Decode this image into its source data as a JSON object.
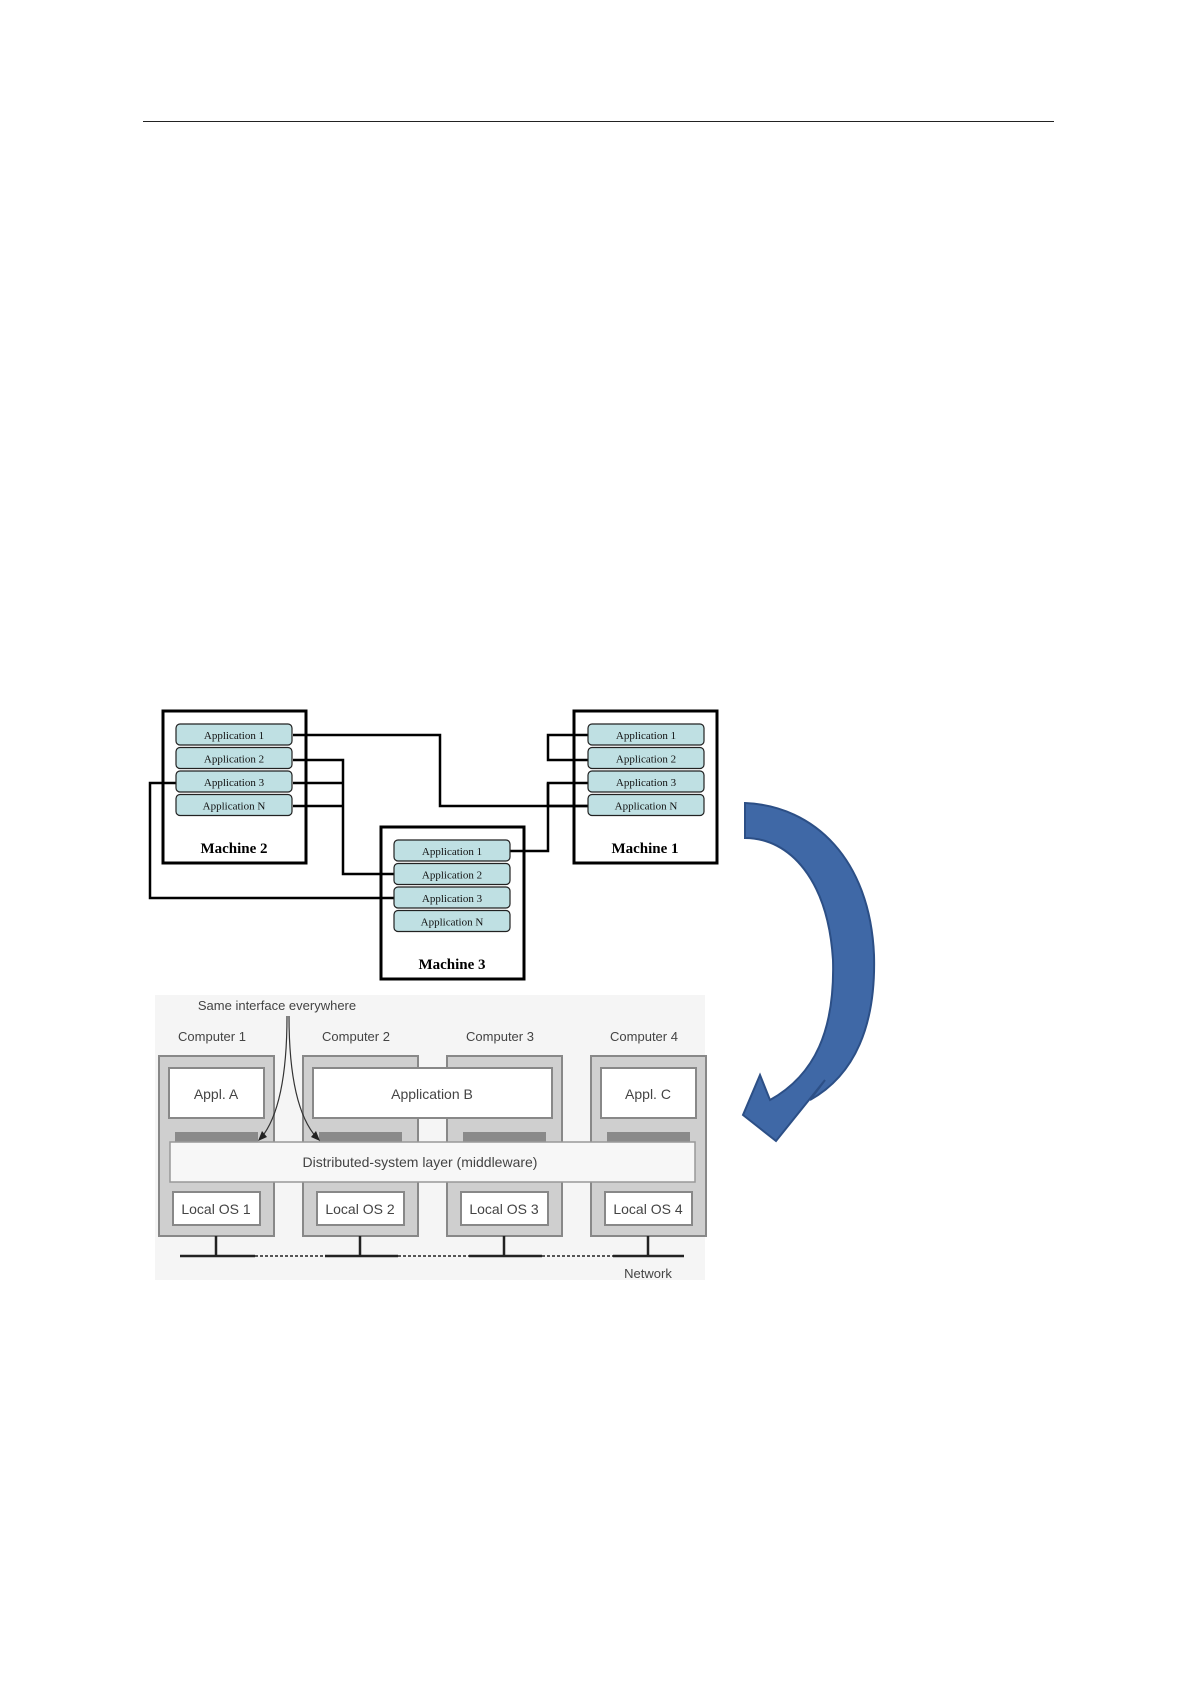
{
  "colors": {
    "app_fill": "#bfe0e3",
    "arrow_fill": "#3f68a6",
    "arrow_stroke": "#2c4f86",
    "computer_fill": "#cfcfcf",
    "layer_fill": "#f7f7f7"
  },
  "top_diagram": {
    "machines": [
      {
        "name": "Machine 2",
        "apps": [
          "Application 1",
          "Application 2",
          "Application 3",
          "Application N"
        ]
      },
      {
        "name": "Machine 1",
        "apps": [
          "Application 1",
          "Application 2",
          "Application 3",
          "Application N"
        ]
      },
      {
        "name": "Machine 3",
        "apps": [
          "Application 1",
          "Application 2",
          "Application 3",
          "Application N"
        ]
      }
    ]
  },
  "bottom_diagram": {
    "interface_label": "Same interface everywhere",
    "computers": [
      "Computer 1",
      "Computer 2",
      "Computer 3",
      "Computer 4"
    ],
    "applications": [
      "Appl. A",
      "Application B",
      "Appl. C"
    ],
    "middleware_label": "Distributed-system layer (middleware)",
    "local_os": [
      "Local OS 1",
      "Local OS 2",
      "Local OS 3",
      "Local OS 4"
    ],
    "network_label": "Network"
  }
}
